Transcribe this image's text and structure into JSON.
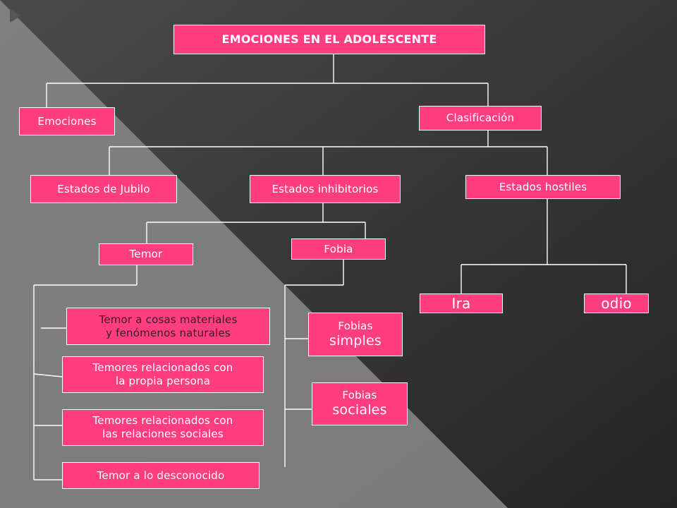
{
  "title": "EMOCIONES EN EL ADOLESCENTE",
  "emociones": "Emociones",
  "clasificacion": "Clasificación",
  "jubilo": "Estados de Jubilo",
  "inhibitorios": "Estados inhibitorios",
  "hostiles": "Estados hostiles",
  "temor": "Temor",
  "fobia": "Fobia",
  "ira": "Ira",
  "odio": "odio",
  "temores": {
    "materiales_1": "Temor a cosas materiales",
    "materiales_2": "y fenómenos naturales",
    "persona_1": "Temores relacionados con",
    "persona_2": "la propia persona",
    "sociales_1": "Temores relacionados con",
    "sociales_2": "las relaciones sociales",
    "desconocido": "Temor a lo desconocido"
  },
  "fobias": {
    "simples_1": "Fobias",
    "simples_2": "simples",
    "sociales_1": "Fobias",
    "sociales_2": "sociales"
  },
  "colors": {
    "node_fill": "#ff3d7f",
    "background": "#3a3a3a"
  },
  "icons": [
    "play-arrow-icon"
  ]
}
